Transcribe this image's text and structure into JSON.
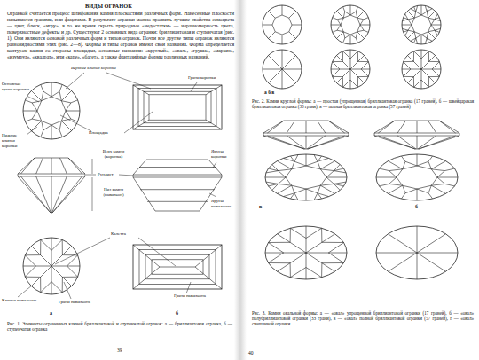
{
  "diagram": {
    "title": "ВИДЫ ОГРАНОК",
    "labels": [
      "Огранкой считается процесс шлифования камня плоскостями различных форм. Нанесенные плоскости называются гранями, или фацетами. В результате огранки можно проявить лучшие свойства самоцвета — цвет, блеск, «игру», в то же время скрыть природные «недостатки» — неравномерность цвета, поверхностные дефекты и др. Существуют 2 основных вида огранки: бриллиантовая и ступенчатая (рис. 1). Они являются основой различных форм и типов огранок. Почти все другие типы огранок являются разновидностями этих (рис. 2—8). Формы и типы огранок имеют свои названия. Форма определяется контуром камня со стороны площадки, основные названия: «круглый», «овал», «груша», «маркиз», «изумруд», «квадрат», или «каре», «багет», а также фантазийные формы различных названий.",
      "Основные грани коронки",
      "Верхние клинья коронки",
      "Грани коронки",
      "Нижние клинья коронки",
      "Площадка",
      "Ярусы коронки",
      "Верх камня (коронка)",
      "Рундист",
      "Низ камня (павильон)",
      "Ярусы павильона",
      "Калетта",
      "Клинья павильона",
      "Грани павильона",
      "Грани павильона",
      "а",
      "б",
      "Рис. 1. Элементы ограненных камней бриллиантовой и ступенчатой огранок: а — бриллиантовая огранка, б — ступенчатая огранка",
      "39",
      "а б в",
      "Рис. 2. Камни круглой формы: а — простая (упрощенная) бриллиантовая огранка (17 граней), б — швейцарская бриллиантовая огранка (33 грани), в — полная бриллиантовая огранка (57 граней)",
      "в",
      "б",
      "Рис. 3. Камни овальной формы: а — «овал» упрощенной бриллиантовой огранки (17 граней), б — «овал» полубриллиантовой огранки (33 грани), в — «овал» полной бриллиантовой огранки (57 граней), г — «овал» смешанной огранки",
      "40"
    ]
  }
}
